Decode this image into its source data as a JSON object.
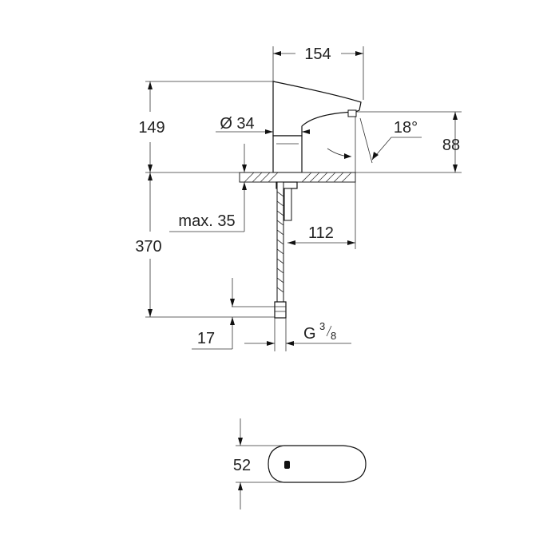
{
  "dimensions": {
    "width_top": "154",
    "spout_height": "149",
    "diameter": "Ø 34",
    "angle": "18°",
    "outlet_height": "88",
    "max_thickness": "max. 35",
    "reach": "112",
    "hose_length": "370",
    "connector": "17",
    "thread_letter": "G",
    "thread_num": "3",
    "thread_den": "8",
    "depth": "52"
  }
}
